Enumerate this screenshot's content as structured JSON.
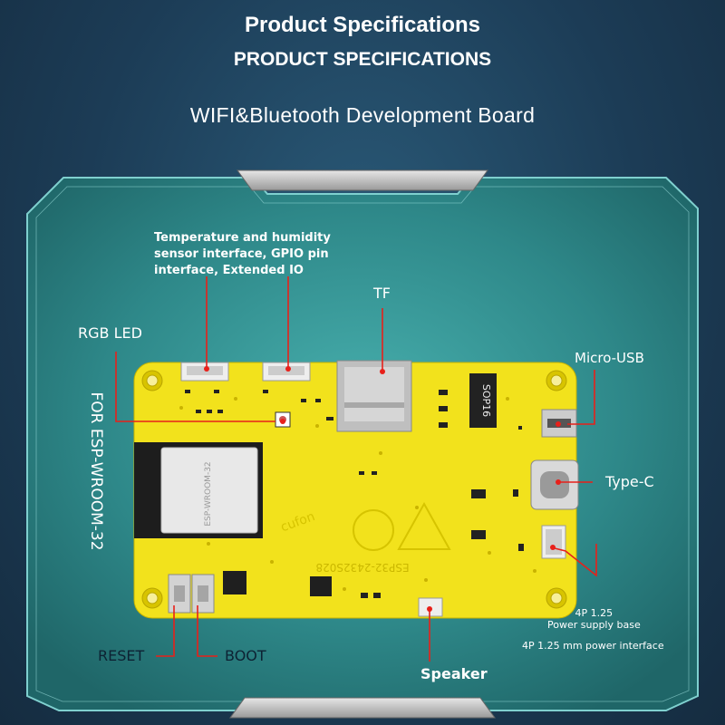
{
  "header": {
    "title": "Product Specifications",
    "title_caps": "PRODUCT SPECIFICATIONS",
    "subtitle": "WIFI&Bluetooth Development Board"
  },
  "labels": {
    "sensor_interface": [
      "Temperature and humidity",
      "sensor interface, GPIO pin",
      "interface, Extended IO"
    ],
    "tf": "TF",
    "rgb_led": "RGB LED",
    "micro_usb": "Micro-USB",
    "type_c": "Type-C",
    "esp_module": "FOR ESP-WROOM-32",
    "power_base": [
      "4P 1.25",
      "Power supply base"
    ],
    "power_interface": "4P 1.25 mm power interface",
    "reset": "RESET",
    "boot": "BOOT",
    "speaker": "Speaker"
  },
  "board": {
    "chip_label": "SOP16",
    "model": "ESP32-2432S028",
    "module_text": "ESP-WROOM-32",
    "brand": "cufon"
  },
  "colors": {
    "background": "#1c3c56",
    "panel": "#2f8a8c",
    "pcb": "#f2e21c",
    "callout": "#e8201a"
  }
}
